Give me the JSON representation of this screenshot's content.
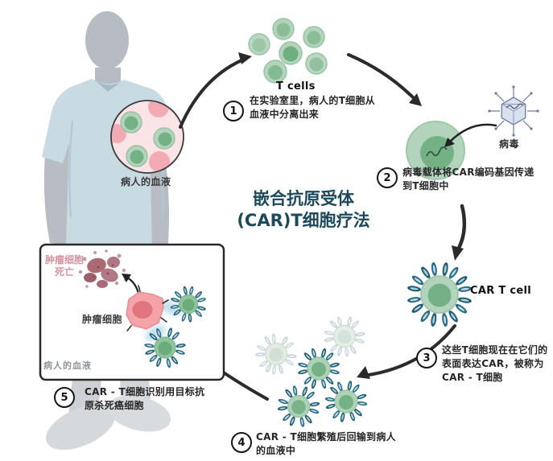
{
  "title": {
    "line1": "嵌合抗原受体",
    "line2": "(CAR)T细胞疗法"
  },
  "labels": {
    "patient_blood": "病人的血液",
    "t_cells": "T cells",
    "virus": "病毒",
    "car_t_cell": "CAR T cell",
    "tumor_death_line1": "肿瘤细胞",
    "tumor_death_line2": "死亡",
    "tumor_cell": "肿瘤细胞",
    "inset_blood": "病人的血液"
  },
  "steps": [
    {
      "num": "1",
      "text": "在实验室里，病人的T细胞从血液中分离出来"
    },
    {
      "num": "2",
      "text": "病毒载体将CAR编码基因传递到T细胞中"
    },
    {
      "num": "3",
      "text": "这些T细胞现在在它们的表面表达CAR，被称为CAR - T细胞"
    },
    {
      "num": "4",
      "text": "CAR - T细胞繁殖后回输到病人的血液中"
    },
    {
      "num": "5",
      "text": "CAR - T细胞识别用目标抗原杀死癌细胞"
    }
  ],
  "colors": {
    "title_teal": "#1c4a5c",
    "cell_outer_green": "#b3d4bc",
    "cell_inner_green": "#74b184",
    "receptor_teal": "#1e5b70",
    "blood_pink": "#fbe4e6",
    "rbc_pink": "#f2abb4",
    "tumor_pink": "#f4a3a9",
    "dead_tumor_mauve": "#aa6b75",
    "skin_gray": "#b6bcc2",
    "shirt_blue": "#c8dae2",
    "arrow_black": "#2b2b2b"
  }
}
